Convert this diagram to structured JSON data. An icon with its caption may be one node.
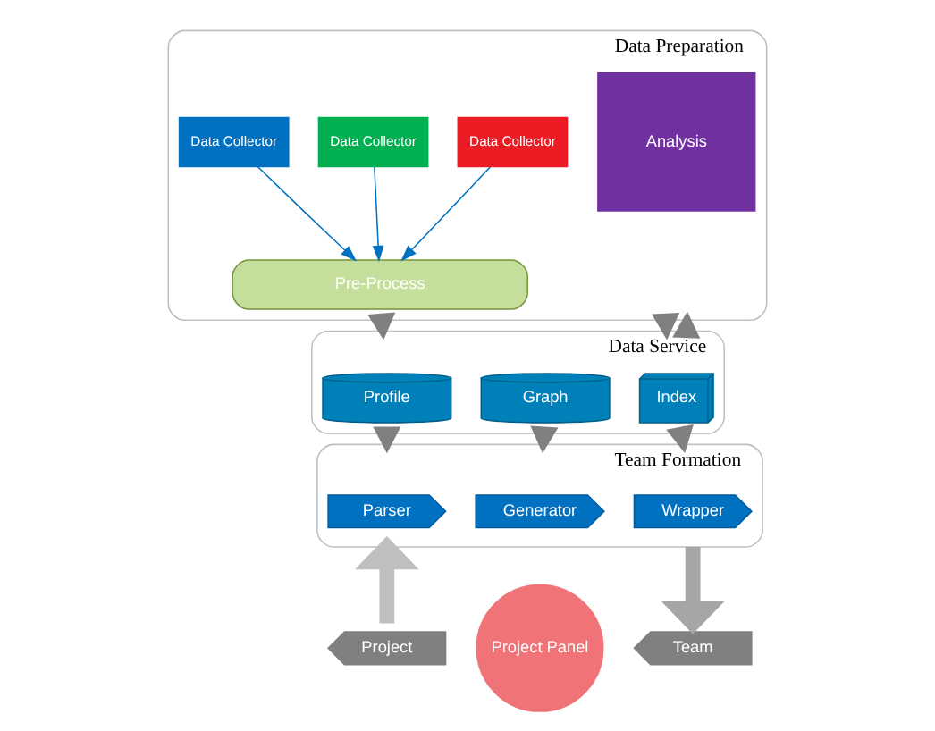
{
  "diagram": {
    "nodes": [
      {
        "text": [
          "Data Preparation"
        ]
      },
      {
        "text": [
          "Data Collector"
        ],
        "in": 0
      },
      {
        "text": [
          "Data Collector"
        ],
        "in": 0
      },
      {
        "text": [
          "Data Collector"
        ],
        "in": 0
      },
      {
        "text": [
          "Pre-Process"
        ],
        "in": 0
      },
      {
        "text": [
          "Analysis"
        ],
        "in": 0
      },
      {
        "text": [
          "Data Service"
        ]
      },
      {
        "text": [
          "Profile"
        ],
        "in": 6
      },
      {
        "text": [
          "Graph"
        ],
        "in": 6
      },
      {
        "text": [
          "Index"
        ],
        "in": 6
      },
      {
        "text": [
          "Team Formation"
        ]
      },
      {
        "text": [
          "Parser"
        ],
        "in": 10
      },
      {
        "text": [
          "Generator"
        ],
        "in": 10
      },
      {
        "text": [
          "Wrapper"
        ],
        "in": 10
      },
      {
        "text": [
          "Project"
        ]
      },
      {
        "text": [
          "Project Panel"
        ]
      },
      {
        "text": [
          "Team"
        ]
      }
    ],
    "edges": [
      {
        "from": 1,
        "to": 4,
        "arrow": "to",
        "color": "#0070c0"
      },
      {
        "from": 2,
        "to": 4,
        "arrow": "to",
        "color": "#0070c0"
      },
      {
        "from": 3,
        "to": 4,
        "arrow": "to",
        "color": "#0070c0"
      },
      {
        "from": 0,
        "to": 6,
        "arrow": "to",
        "color": "#808080"
      },
      {
        "from": 0,
        "to": 6,
        "arrow": "to",
        "color": "#808080"
      },
      {
        "from": 6,
        "to": 0,
        "arrow": "to",
        "color": "#808080"
      },
      {
        "from": 6,
        "to": 10,
        "arrow": "to",
        "color": "#808080"
      },
      {
        "from": 6,
        "to": 10,
        "arrow": "to",
        "color": "#808080"
      },
      {
        "from": 6,
        "to": 10,
        "arrow": "to",
        "color": "#808080"
      },
      {
        "from": 10,
        "to": 16,
        "arrow": "to",
        "style": "thick",
        "color": "#a6a6a6"
      },
      {
        "from": 14,
        "to": 10,
        "arrow": "to",
        "style": "thick",
        "color": "#bfbfbf"
      }
    ]
  }
}
